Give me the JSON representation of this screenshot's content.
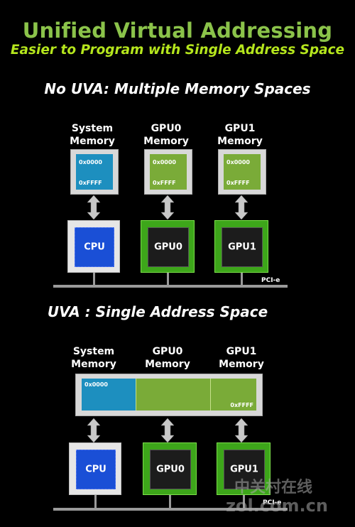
{
  "header": {
    "title": "Unified Virtual Addressing",
    "subtitle": "Easier to Program with Single Address Space"
  },
  "top": {
    "heading": "No UVA: Multiple Memory Spaces",
    "memories": [
      {
        "line1": "System",
        "line2": "Memory",
        "start": "0x0000",
        "end": "0xFFFF"
      },
      {
        "line1": "GPU0",
        "line2": "Memory",
        "start": "0x0000",
        "end": "0xFFFF"
      },
      {
        "line1": "GPU1",
        "line2": "Memory",
        "start": "0x0000",
        "end": "0xFFFF"
      }
    ],
    "chips": [
      "CPU",
      "GPU0",
      "GPU1"
    ],
    "bus_label": "PCI-e"
  },
  "bottom": {
    "heading": "UVA : Single Address Space",
    "memories": [
      {
        "line1": "System",
        "line2": "Memory"
      },
      {
        "line1": "GPU0",
        "line2": "Memory"
      },
      {
        "line1": "GPU1",
        "line2": "Memory"
      }
    ],
    "address_start": "0x0000",
    "address_end": "0xFFFF",
    "chips": [
      "CPU",
      "GPU0",
      "GPU1"
    ],
    "bus_label": "PCI-e"
  },
  "watermark": {
    "cn": "中关村在线",
    "url": "zol.com.cn"
  },
  "colors": {
    "title": "#8bc34a",
    "subtitle": "#b5e61d",
    "cpu_blue": "#1a4fd6",
    "gpu_green": "#5ac21e",
    "system_mem": "#1d8fbf",
    "gpu_mem": "#7aab38"
  }
}
